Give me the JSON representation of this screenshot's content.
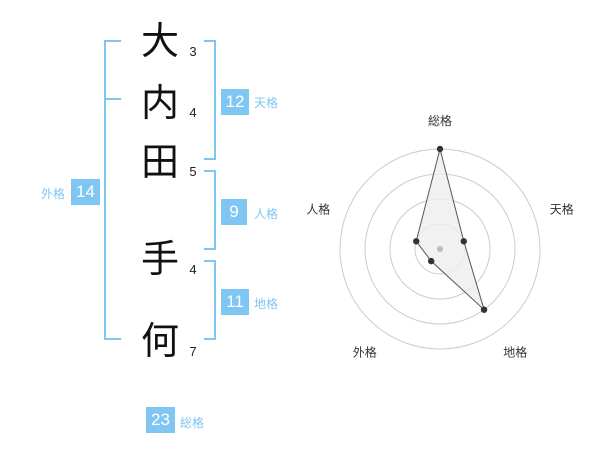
{
  "name": {
    "chars": [
      {
        "char": "大",
        "strokes": "3"
      },
      {
        "char": "内",
        "strokes": "4"
      },
      {
        "char": "田",
        "strokes": "5"
      },
      {
        "char": "手",
        "strokes": "4"
      },
      {
        "char": "何",
        "strokes": "7"
      }
    ]
  },
  "kaku": {
    "tenkaku": {
      "label": "天格",
      "value": "12"
    },
    "jinkaku": {
      "label": "人格",
      "value": "9"
    },
    "chikaku": {
      "label": "地格",
      "value": "11"
    },
    "gaikaku": {
      "label": "外格",
      "value": "14"
    },
    "soukaku": {
      "label": "総格",
      "value": "23"
    }
  },
  "colors": {
    "accent": "#7fc6f2",
    "ring": "#cccccc",
    "polygon_fill": "#eeeeee",
    "polygon_stroke": "#555555",
    "point": "#333333"
  },
  "chart_data": {
    "type": "radar",
    "axes": [
      "総格",
      "天格",
      "地格",
      "外格",
      "人格"
    ],
    "values": [
      4,
      1,
      3,
      0.6,
      1
    ],
    "max": 4,
    "rings": 4
  }
}
